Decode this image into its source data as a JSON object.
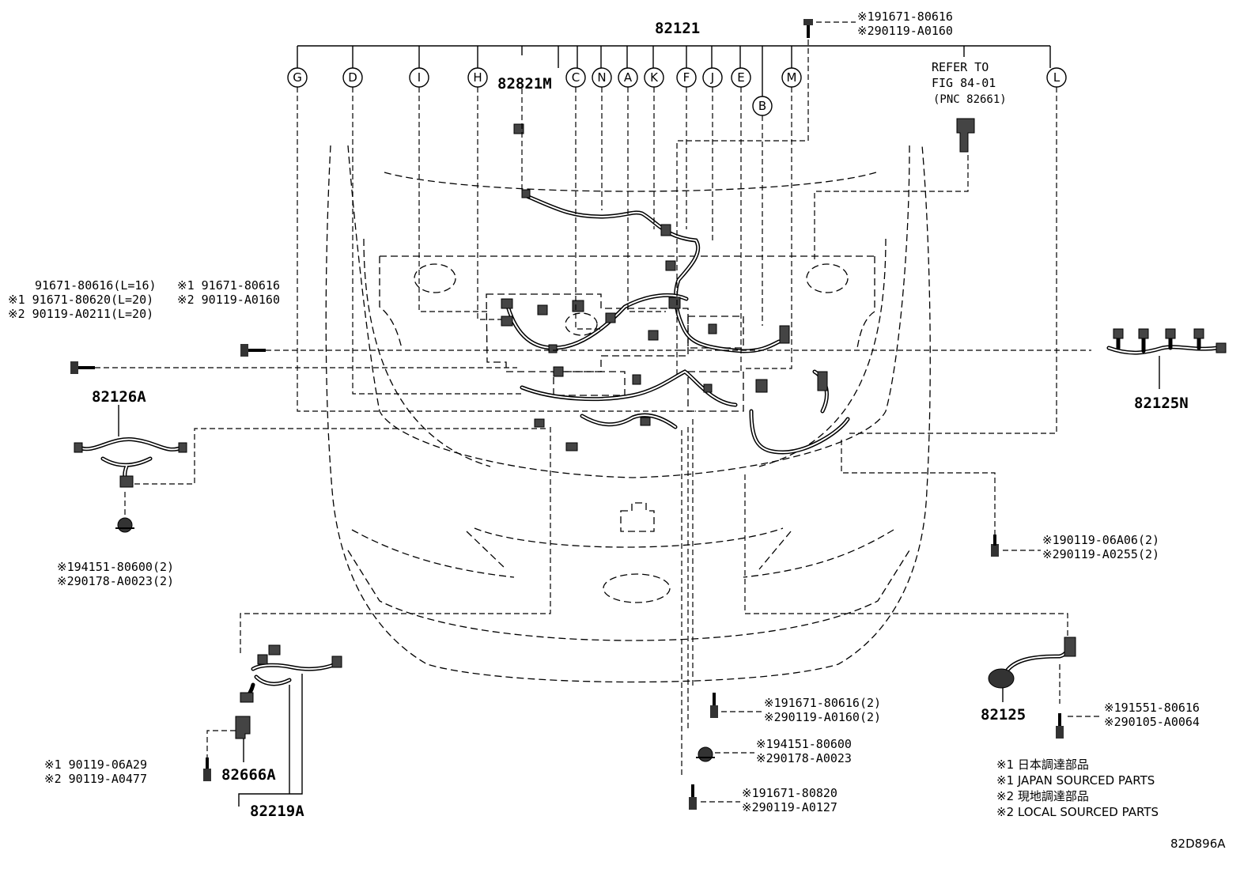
{
  "main_part": "82121",
  "callouts": [
    "G",
    "D",
    "I",
    "H",
    "C",
    "N",
    "A",
    "K",
    "F",
    "J",
    "E",
    "B",
    "M",
    "L"
  ],
  "part_numbers": {
    "p82821M": "82821M",
    "p82126A": "82126A",
    "p82125N": "82125N",
    "p82125": "82125",
    "p82666A": "82666A",
    "p82219A": "82219A"
  },
  "refer": {
    "line1": "REFER TO",
    "line2": "FIG 84-01",
    "line3": "(PNC 82661)"
  },
  "fasteners": {
    "top_right": [
      "※191671-80616",
      "※290119-A0160"
    ],
    "left_a": [
      "91671-80616(L=16)",
      "※1 91671-80620(L=20)",
      "※2 90119-A0211(L=20)"
    ],
    "left_b": [
      "※1 91671-80616",
      "※2 90119-A0160"
    ],
    "left_c": [
      "※194151-80600(2)",
      "※290178-A0023(2)"
    ],
    "right_a": [
      "※190119-06A06(2)",
      "※290119-A0255(2)"
    ],
    "bottom_center_a": [
      "※191671-80616(2)",
      "※290119-A0160(2)"
    ],
    "bottom_center_b": [
      "※194151-80600",
      "※290178-A0023"
    ],
    "bottom_center_c": [
      "※191671-80820",
      "※290119-A0127"
    ],
    "bottom_left": [
      "※1 90119-06A29",
      "※2 90119-A0477"
    ],
    "bottom_right": [
      "※191551-80616",
      "※290105-A0064"
    ]
  },
  "notes": [
    "※1 日本調達部品",
    "※1 JAPAN SOURCED PARTS",
    "※2 現地調達部品",
    "※2 LOCAL SOURCED PARTS"
  ],
  "figure_code": "82D896A",
  "icons": [
    "bolt-icon",
    "clip-icon",
    "connector-icon",
    "harness-icon"
  ]
}
